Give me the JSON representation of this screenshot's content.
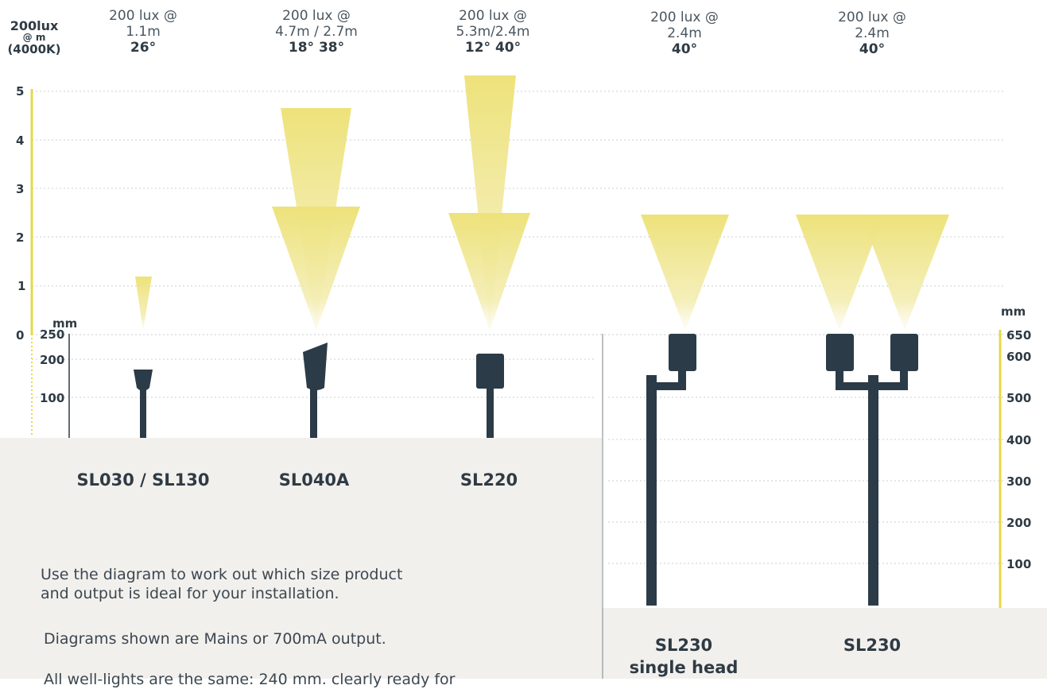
{
  "left_axis": {
    "title_lines": [
      "200lux",
      "@ m",
      "(4000K)"
    ],
    "ticks": [
      "0",
      "1",
      "2",
      "3",
      "4",
      "5"
    ]
  },
  "fixture_mm_axis": {
    "unit": "mm",
    "ticks": [
      "250",
      "200",
      "100"
    ]
  },
  "tall_mm_axis": {
    "unit": "mm",
    "ticks": [
      "650",
      "600",
      "500",
      "400",
      "300",
      "200",
      "100"
    ]
  },
  "products": [
    {
      "lux_line1": "200 lux @",
      "lux_line2": "1.1m",
      "angles": "26°",
      "label": "SL030 / SL130"
    },
    {
      "lux_line1": "200 lux @",
      "lux_line2": "4.7m / 2.7m",
      "angles": "18°  38°",
      "label": "SL040A"
    },
    {
      "lux_line1": "200 lux @",
      "lux_line2": "5.3m/2.4m",
      "angles": "12°  40°",
      "label": "SL220"
    },
    {
      "lux_line1": "200 lux @",
      "lux_line2": "2.4m",
      "angles": "40°",
      "label": "SL230",
      "label2": "single head"
    },
    {
      "lux_line1": "200 lux @",
      "lux_line2": "2.4m",
      "angles": "40°",
      "label": "SL230"
    }
  ],
  "notes": {
    "p1_line1": "Use the diagram to work out which size product",
    "p1_line2": "and output is ideal for your installation.",
    "p2": "Diagrams shown are Mains or 700mA output.",
    "p3": "All well-lights are the same: 240 mm.   clearly ready for"
  },
  "colors": {
    "beam": "#efe58a",
    "fixture": "#2b3b47",
    "panel": "#f2f0ed",
    "axis": "#e6d84a"
  }
}
